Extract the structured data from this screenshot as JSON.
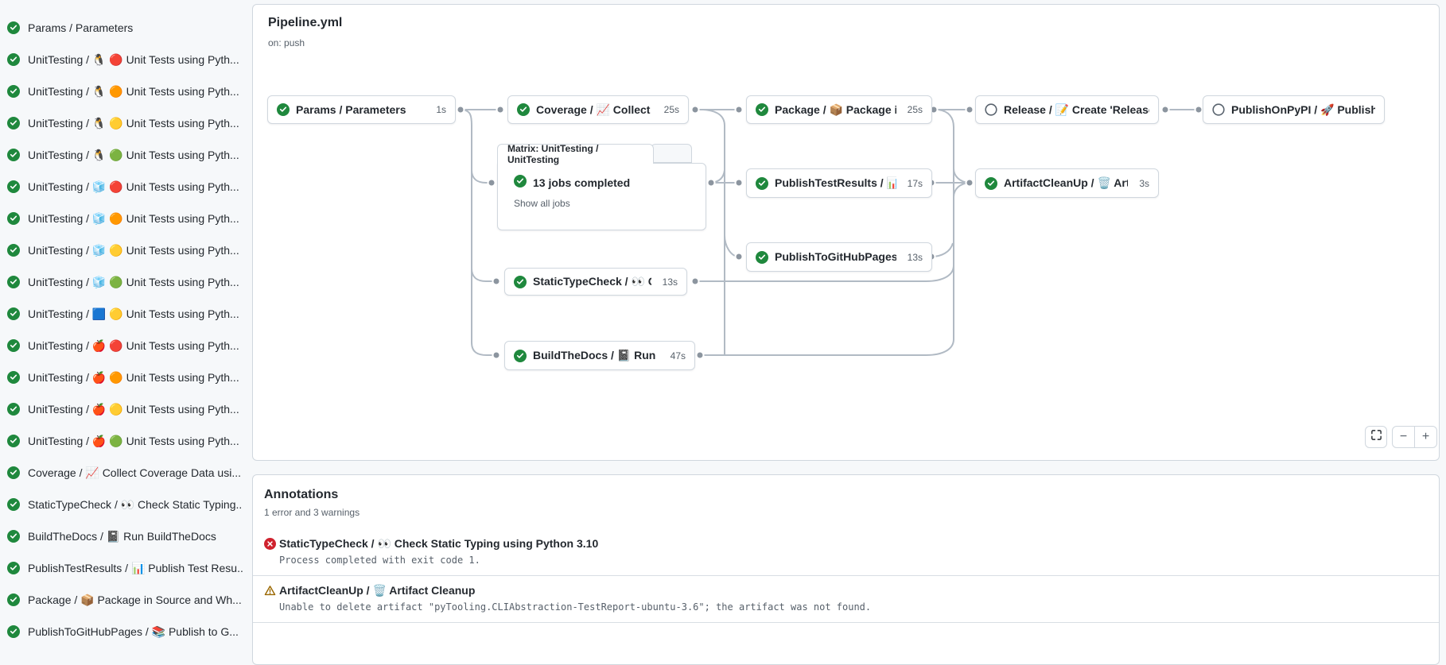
{
  "colors": {
    "success_green": "#1f883d",
    "error_red": "#cf222e",
    "warning_amber": "#9a6700",
    "edge_gray": "#b1bac4",
    "border": "#d0d7de",
    "text": "#24292f",
    "muted_text": "#57606a",
    "page_bg": "#f6f8fa"
  },
  "sidebar": {
    "items": [
      {
        "label": "Params / Parameters"
      },
      {
        "label": "UnitTesting / 🐧 🔴 Unit Tests using Pyth..."
      },
      {
        "label": "UnitTesting / 🐧 🟠 Unit Tests using Pyth..."
      },
      {
        "label": "UnitTesting / 🐧 🟡 Unit Tests using Pyth..."
      },
      {
        "label": "UnitTesting / 🐧 🟢 Unit Tests using Pyth..."
      },
      {
        "label": "UnitTesting / 🧊 🔴 Unit Tests using Pyth..."
      },
      {
        "label": "UnitTesting / 🧊 🟠 Unit Tests using Pyth..."
      },
      {
        "label": "UnitTesting / 🧊 🟡 Unit Tests using Pyth..."
      },
      {
        "label": "UnitTesting / 🧊 🟢 Unit Tests using Pyth..."
      },
      {
        "label": "UnitTesting / 🟦 🟡 Unit Tests using Pyth..."
      },
      {
        "label": "UnitTesting / 🍎 🔴 Unit Tests using Pyth..."
      },
      {
        "label": "UnitTesting / 🍎 🟠 Unit Tests using Pyth..."
      },
      {
        "label": "UnitTesting / 🍎 🟡 Unit Tests using Pyth..."
      },
      {
        "label": "UnitTesting / 🍎 🟢 Unit Tests using Pyth..."
      },
      {
        "label": "Coverage / 📈 Collect Coverage Data usi..."
      },
      {
        "label": "StaticTypeCheck / 👀 Check Static Typing..."
      },
      {
        "label": "BuildTheDocs / 📓 Run BuildTheDocs"
      },
      {
        "label": "PublishTestResults / 📊 Publish Test Resu..."
      },
      {
        "label": "Package / 📦 Package in Source and Wh..."
      },
      {
        "label": "PublishToGitHubPages / 📚 Publish to G..."
      }
    ]
  },
  "graph": {
    "title": "Pipeline.yml",
    "trigger": "on: push",
    "matrix": {
      "tab_label": "Matrix: UnitTesting / UnitTesting",
      "summary": "13 jobs completed",
      "show_all_label": "Show all jobs"
    },
    "nodes": [
      {
        "label": "Params / Parameters",
        "duration": "1s",
        "status": "success"
      },
      {
        "label": "Coverage / 📈 Collect Cove...",
        "duration": "25s",
        "status": "success"
      },
      {
        "label": "Package / 📦 Package in So...",
        "duration": "25s",
        "status": "success"
      },
      {
        "label": "Release / 📝 Create 'Release P...",
        "duration": "",
        "status": "skipped"
      },
      {
        "label": "PublishOnPyPI / 🚀 Publish to ...",
        "duration": "",
        "status": "skipped"
      },
      {
        "label": "PublishTestResults / 📊 Pu...",
        "duration": "17s",
        "status": "success"
      },
      {
        "label": "ArtifactCleanUp / 🗑️ Artifac...",
        "duration": "3s",
        "status": "success"
      },
      {
        "label": "PublishToGitHubPages / 📚 ...",
        "duration": "13s",
        "status": "success"
      },
      {
        "label": "StaticTypeCheck / 👀 Chec...",
        "duration": "13s",
        "status": "success"
      },
      {
        "label": "BuildTheDocs / 📓 Run Buil...",
        "duration": "47s",
        "status": "success"
      }
    ],
    "controls": {
      "zoom_out_label": "−",
      "zoom_in_label": "+"
    }
  },
  "annotations": {
    "title": "Annotations",
    "summary": "1 error and 3 warnings",
    "items": [
      {
        "severity": "error",
        "title": "StaticTypeCheck / 👀 Check Static Typing using Python 3.10",
        "detail": "Process completed with exit code 1."
      },
      {
        "severity": "warning",
        "title": "ArtifactCleanUp / 🗑️ Artifact Cleanup",
        "detail": "Unable to delete artifact \"pyTooling.CLIAbstraction-TestReport-ubuntu-3.6\"; the artifact was not found."
      }
    ]
  }
}
